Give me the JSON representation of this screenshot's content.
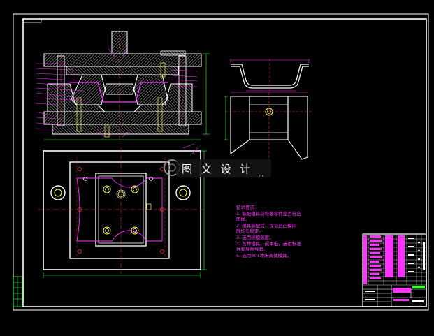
{
  "watermark": {
    "text": "图 文 设 计",
    "sub": "m"
  },
  "technical_notes": {
    "title": "技术要求:",
    "items": [
      "1. 装配模具前检查零件是否符合",
      "   图样。",
      "2. 模具装配后，保证凹凸模间",
      "   隙均匀稳定。",
      "3. 选用闭模高度。",
      "4. 各种模具，成本低，选用标准",
      "   件和导柱导套。",
      "5. 选用40T冲床调试模具。"
    ]
  },
  "colors": {
    "background": "#000000",
    "outline": "#ffffff",
    "label": "#ff33ff",
    "center_line": "#ff3333",
    "dimension": "#33ff33",
    "fastener": "#ffff33",
    "hatch": "#ffffff"
  }
}
